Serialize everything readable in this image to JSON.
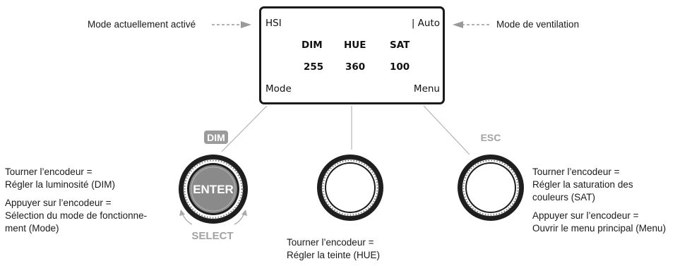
{
  "display": {
    "mode_name": "HSI",
    "ventilation": "| Auto",
    "headers": [
      "DIM",
      "HUE",
      "SAT"
    ],
    "values": [
      "255",
      "360",
      "100"
    ],
    "left_softkey": "Mode",
    "right_softkey": "Menu"
  },
  "callouts": {
    "current_mode": "Mode actuellement activé",
    "ventilation_mode": "Mode de ventilation"
  },
  "encoders": {
    "left": {
      "top_label": "DIM",
      "center_label": "ENTER",
      "bottom_label": "SELECT",
      "turn_line1": "Tourner l’encodeur =",
      "turn_line2": "Régler la luminosité (DIM)",
      "press_line1": "Appuyer sur l’encodeur =",
      "press_line2": "Sélection du mode de fonctionne-",
      "press_line3": "ment (Mode)"
    },
    "middle": {
      "turn_line1": "Tourner l’encodeur =",
      "turn_line2": "Régler la teinte (HUE)"
    },
    "right": {
      "top_label": "ESC",
      "turn_line1": "Tourner l’encodeur =",
      "turn_line2": "Régler la saturation des",
      "turn_line3": "couleurs (SAT)",
      "press_line1": "Appuyer sur l’encodeur =",
      "press_line2": "Ouvrir le menu principal (Menu)"
    }
  },
  "colors": {
    "badge_gray": "#9b9b9b",
    "enter_fill": "#8a8a8a",
    "label_gray": "#a3a3a3",
    "line_gray": "#999999"
  }
}
